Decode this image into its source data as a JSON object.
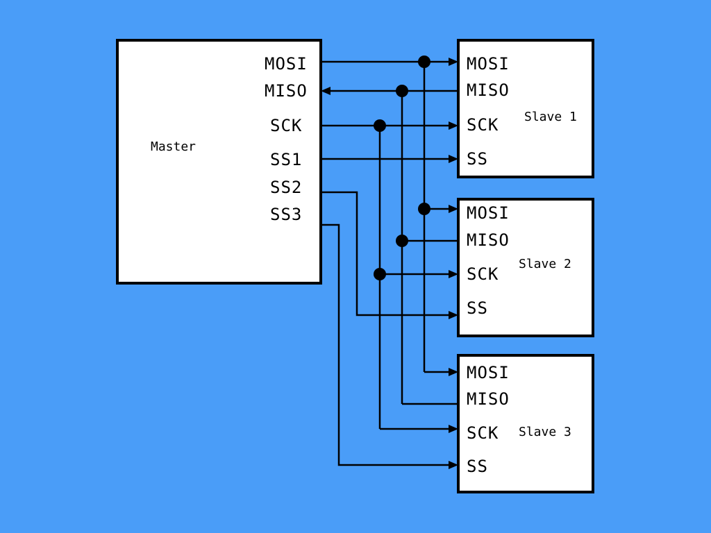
{
  "diagram": {
    "colors": {
      "background": "#4a9df8",
      "box_fill": "#ffffff",
      "line": "#000000"
    },
    "master": {
      "name": "Master",
      "pins": {
        "mosi": "MOSI",
        "miso": "MISO",
        "sck": "SCK",
        "ss1": "SS1",
        "ss2": "SS2",
        "ss3": "SS3"
      }
    },
    "slaves": [
      {
        "name": "Slave 1",
        "pins": {
          "mosi": "MOSI",
          "miso": "MISO",
          "sck": "SCK",
          "ss": "SS"
        }
      },
      {
        "name": "Slave 2",
        "pins": {
          "mosi": "MOSI",
          "miso": "MISO",
          "sck": "SCK",
          "ss": "SS"
        }
      },
      {
        "name": "Slave 3",
        "pins": {
          "mosi": "MOSI",
          "miso": "MISO",
          "sck": "SCK",
          "ss": "SS"
        }
      }
    ]
  }
}
